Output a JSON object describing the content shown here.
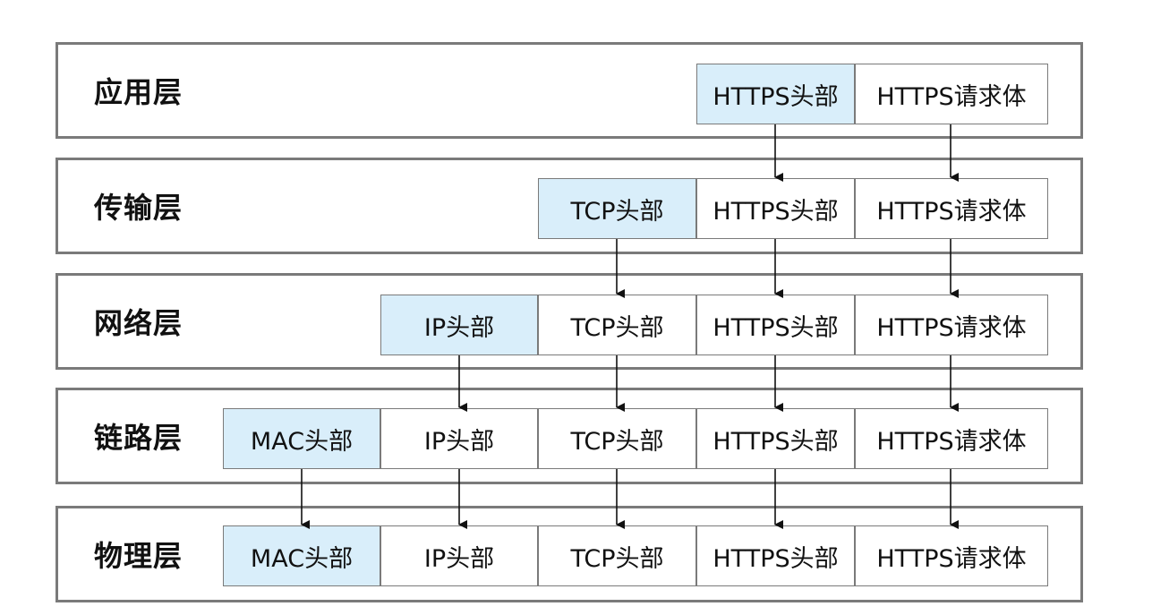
{
  "colors": {
    "header_fill": "#d9eefa",
    "border": "#7a7a7a",
    "arrow": "#111111"
  },
  "layers": [
    {
      "name": "应用层",
      "segments": [
        {
          "label": "HTTPS头部",
          "highlight": true
        },
        {
          "label": "HTTPS请求体",
          "highlight": false
        }
      ]
    },
    {
      "name": "传输层",
      "segments": [
        {
          "label": "TCP头部",
          "highlight": true
        },
        {
          "label": "HTTPS头部",
          "highlight": false
        },
        {
          "label": "HTTPS请求体",
          "highlight": false
        }
      ]
    },
    {
      "name": "网络层",
      "segments": [
        {
          "label": "IP头部",
          "highlight": true
        },
        {
          "label": "TCP头部",
          "highlight": false
        },
        {
          "label": "HTTPS头部",
          "highlight": false
        },
        {
          "label": "HTTPS请求体",
          "highlight": false
        }
      ]
    },
    {
      "name": "链路层",
      "segments": [
        {
          "label": "MAC头部",
          "highlight": true
        },
        {
          "label": "IP头部",
          "highlight": false
        },
        {
          "label": "TCP头部",
          "highlight": false
        },
        {
          "label": "HTTPS头部",
          "highlight": false
        },
        {
          "label": "HTTPS请求体",
          "highlight": false
        }
      ]
    },
    {
      "name": "物理层",
      "segments": [
        {
          "label": "MAC头部",
          "highlight": true
        },
        {
          "label": "IP头部",
          "highlight": false
        },
        {
          "label": "TCP头部",
          "highlight": false
        },
        {
          "label": "HTTPS头部",
          "highlight": false
        },
        {
          "label": "HTTPS请求体",
          "highlight": false
        }
      ]
    }
  ]
}
